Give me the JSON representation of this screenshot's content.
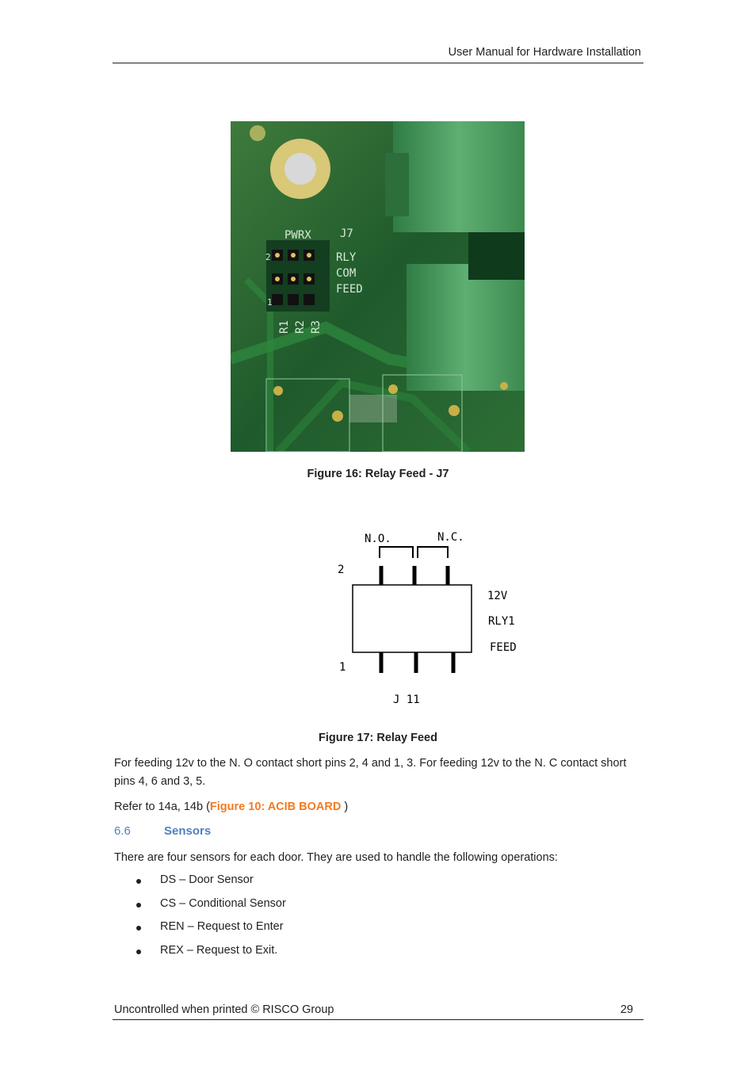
{
  "header": {
    "title": "User Manual for Hardware Installation"
  },
  "figure16": {
    "caption": "Figure 16: Relay Feed - J7",
    "board_labels": {
      "header": "PWRX",
      "jumper": "J7",
      "pin_top": "2",
      "pin_bottom": "1",
      "r1": "R1",
      "r2": "R2",
      "r3": "R3",
      "rly": "RLY",
      "com": "COM",
      "feed": "FEED"
    }
  },
  "figure17": {
    "caption": "Figure 17: Relay Feed",
    "labels": {
      "no": "N.O.",
      "nc": "N.C.",
      "pin2": "2",
      "pin1": "1",
      "v12": "12V",
      "rly1": "RLY1",
      "feed": "FEED",
      "jumper": "J 11"
    }
  },
  "body": {
    "para1": "For feeding 12v to the N. O contact short pins 2, 4 and 1, 3. For feeding 12v to the N. C contact short pins 4, 6 and 3, 5.",
    "para2_prefix": "Refer to 14a, 14b (",
    "para2_link": "Figure 10: ACIB BOARD",
    "para2_suffix": " )"
  },
  "section": {
    "number": "6.6",
    "title": "Sensors",
    "intro": "There are four sensors for each door. They are used to handle the following operations:",
    "items": [
      "DS – Door Sensor",
      "CS – Conditional Sensor",
      "REN – Request to Enter",
      "REX – Request to Exit."
    ]
  },
  "footer": {
    "left": "Uncontrolled when printed © RISCO Group",
    "page": "29"
  },
  "colors": {
    "heading": "#4f81bd",
    "link": "#f47a20",
    "pcb": "#1f5a2c"
  }
}
